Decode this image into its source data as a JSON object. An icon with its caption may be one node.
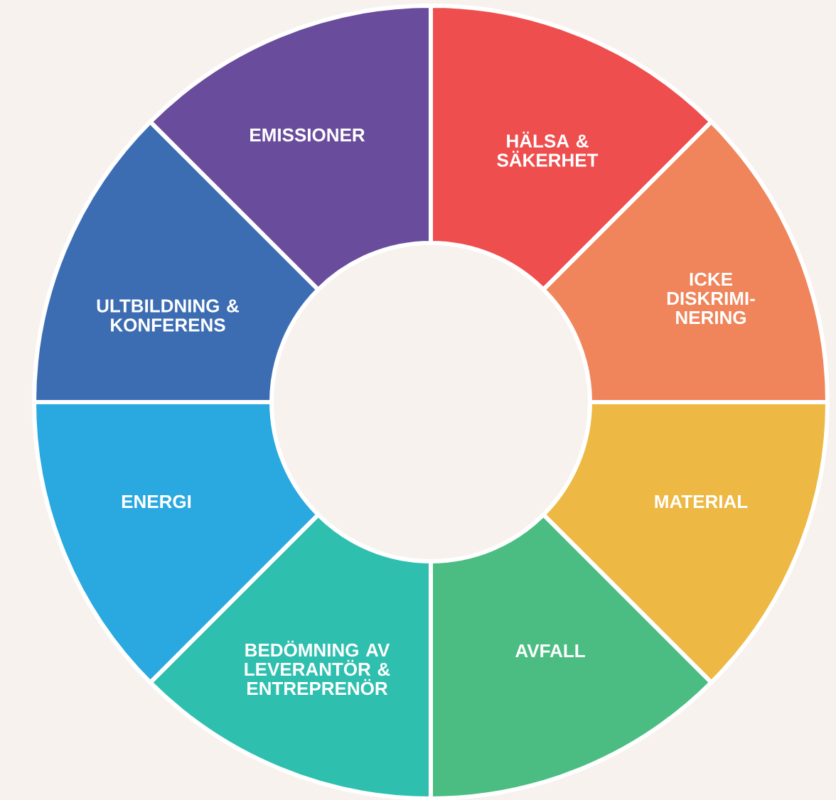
{
  "diagram": {
    "nodes": [
      {
        "text": [
          "HÄLSA & SÄKERHET"
        ]
      },
      {
        "text": [
          "ICKE DISKRIMI-NERING"
        ]
      },
      {
        "text": [
          "MATERIAL"
        ]
      },
      {
        "text": [
          "AVFALL"
        ]
      },
      {
        "text": [
          "BEDÖMNING AV LEVERANTÖR & ENTREPRENÖR"
        ]
      },
      {
        "text": [
          "ENERGI"
        ]
      },
      {
        "text": [
          "ULTBILDNING & KONFERENS"
        ]
      },
      {
        "text": [
          "EMISSIONER"
        ]
      }
    ]
  }
}
